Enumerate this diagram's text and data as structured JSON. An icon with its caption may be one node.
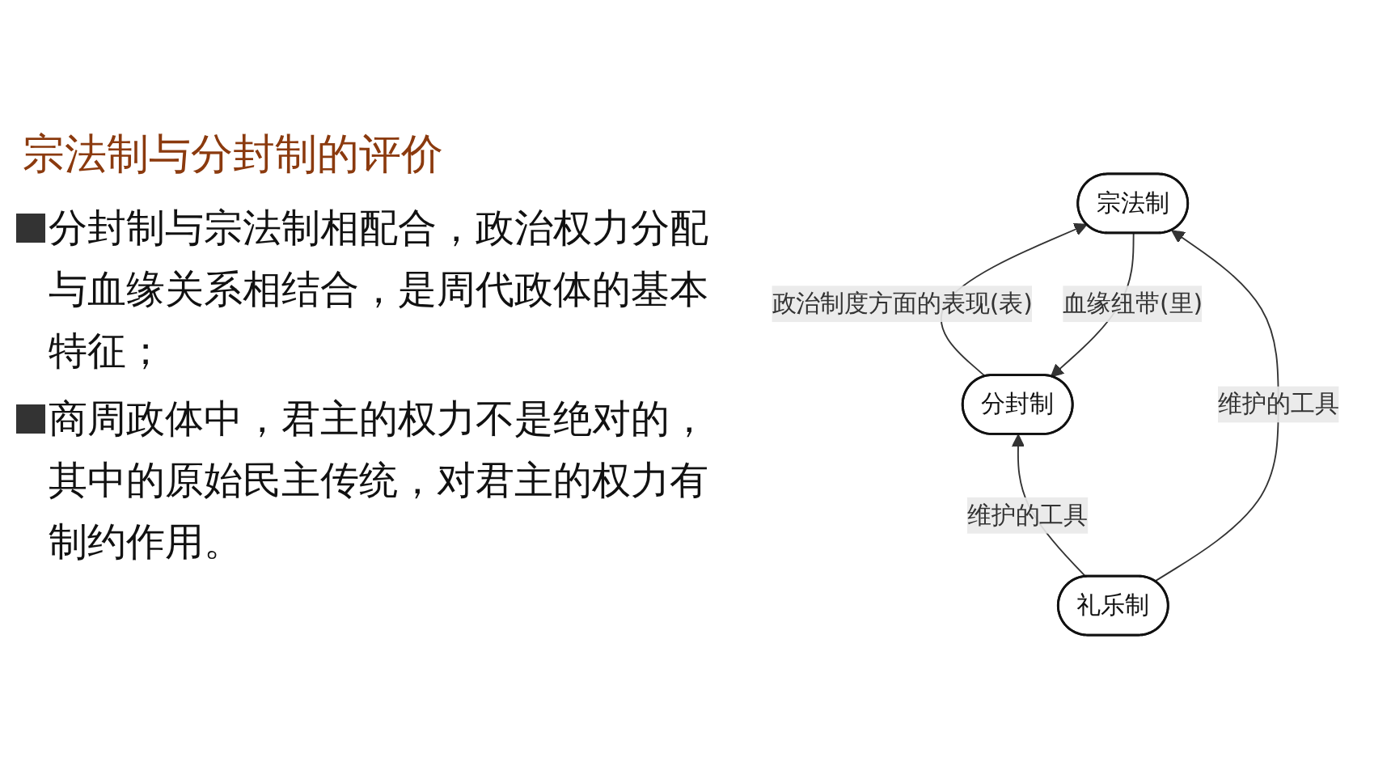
{
  "diagram": {
    "title": "宗法制与分封制的评价",
    "nodes": [
      {
        "text": [
          "分封制"
        ]
      },
      {
        "text": [
          "宗法制"
        ]
      },
      {
        "text": [
          "礼乐制"
        ]
      }
    ],
    "edges": [
      {
        "from": 1,
        "to": 0,
        "arrow": "to",
        "label": "血缘纽带(里)"
      },
      {
        "from": 0,
        "to": 1,
        "arrow": "to",
        "label": "政治制度方面的表现(表)"
      },
      {
        "from": 2,
        "to": 0,
        "arrow": "to",
        "label": "维护的工具"
      },
      {
        "from": 2,
        "to": 1,
        "arrow": "to",
        "label": "维护的工具"
      }
    ],
    "labels": [
      "分封制与宗法制相配合，政治权力分配与血缘关系相结合，是周代政体的基本特征；",
      "商周政体中，君主的权力不是绝对的，其中的原始民主传统，对君主的权力有制约作用。"
    ]
  }
}
